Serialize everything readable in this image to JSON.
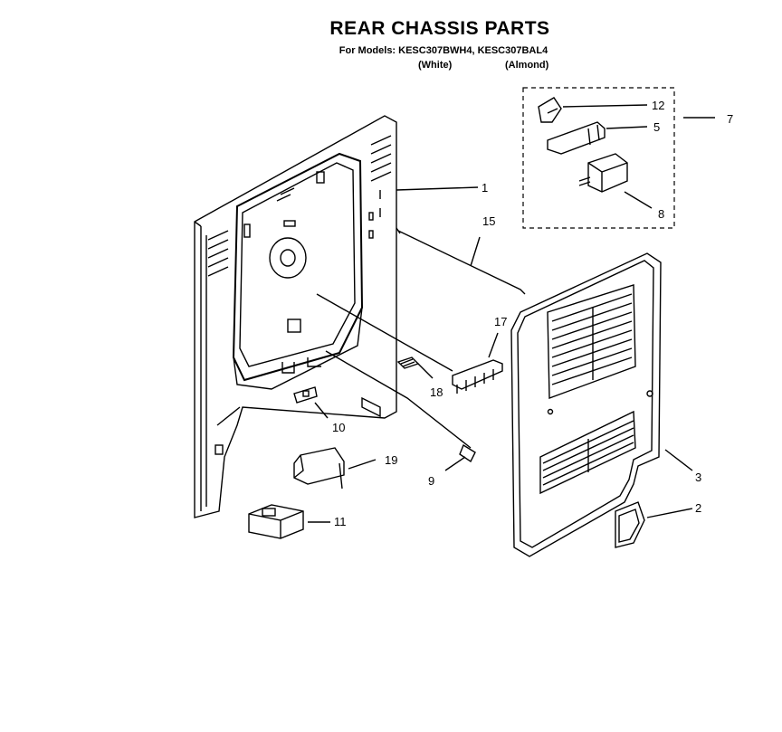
{
  "title": "REAR CHASSIS PARTS",
  "models_line": "For Models: KESC307BWH4, KESC307BAL4",
  "variants": [
    "(White)",
    "(Almond)"
  ],
  "part_labels": [
    "1",
    "2",
    "3",
    "5",
    "7",
    "8",
    "9",
    "10",
    "11",
    "12",
    "15",
    "17",
    "18",
    "19"
  ]
}
